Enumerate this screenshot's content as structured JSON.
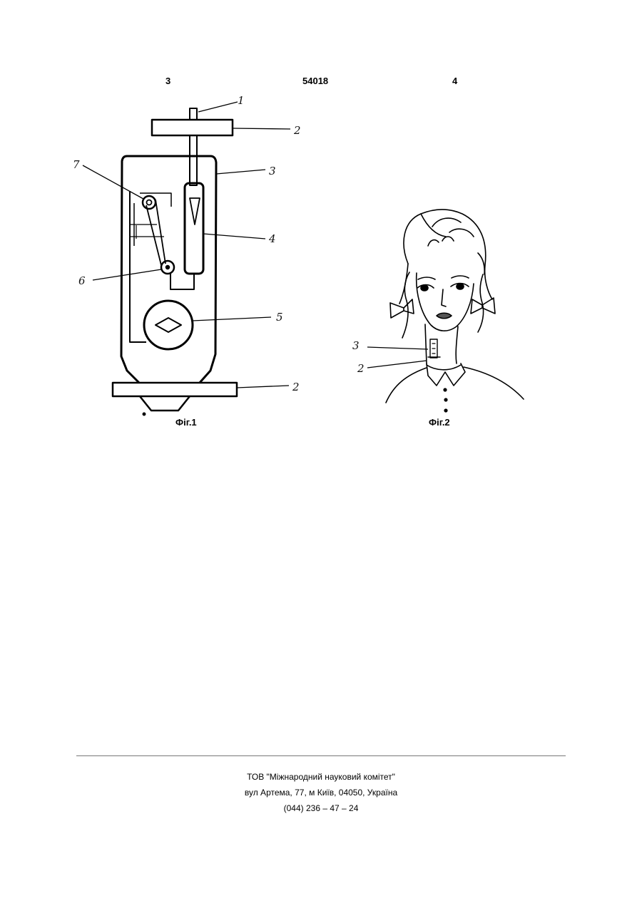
{
  "header": {
    "left": "3",
    "center": "54018",
    "right": "4"
  },
  "figure1": {
    "caption": "Фіг.1",
    "labels": {
      "l1": "1",
      "l2_top": "2",
      "l3": "3",
      "l4": "4",
      "l5": "5",
      "l6": "6",
      "l7": "7",
      "l2_bottom": "2"
    }
  },
  "figure2": {
    "caption": "Фіг.2",
    "labels": {
      "l3": "3",
      "l2": "2"
    }
  },
  "footer": {
    "line1": "ТОВ \"Міжнародний науковий комітет\"",
    "line2": "вул  Артема, 77, м  Київ, 04050, Україна",
    "line3": "(044) 236 – 47 – 24"
  }
}
